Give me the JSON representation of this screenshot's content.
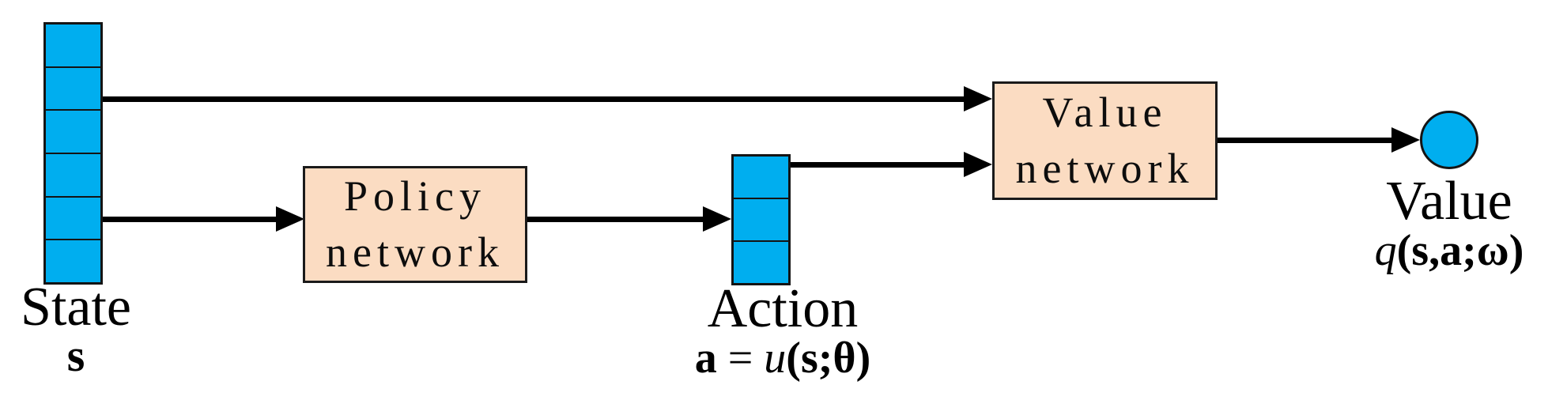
{
  "colors": {
    "node_fill": "#00AEEF",
    "box_fill": "#FBDCC2",
    "outline": "#1a1a1a",
    "arrow": "#000000"
  },
  "state": {
    "label": "State",
    "symbol": "s",
    "cells": 6
  },
  "policy_box": {
    "line1": "Policy",
    "line2": "network"
  },
  "action": {
    "label": "Action",
    "cells": 3,
    "formula": [
      {
        "t": "a",
        "s": "bold"
      },
      {
        "t": " = ",
        "s": "roman"
      },
      {
        "t": "u",
        "s": "italic"
      },
      {
        "t": "(",
        "s": "bold"
      },
      {
        "t": "s",
        "s": "bold"
      },
      {
        "t": ";",
        "s": "bold"
      },
      {
        "t": "θ",
        "s": "bold"
      },
      {
        "t": ")",
        "s": "bold"
      }
    ]
  },
  "value_box": {
    "line1": "Value",
    "line2": "network"
  },
  "output": {
    "label": "Value",
    "formula": [
      {
        "t": "q",
        "s": "italic"
      },
      {
        "t": "(",
        "s": "bold"
      },
      {
        "t": "s",
        "s": "bold"
      },
      {
        "t": ",",
        "s": "bold"
      },
      {
        "t": "a",
        "s": "bold"
      },
      {
        "t": ";",
        "s": "bold"
      },
      {
        "t": "ω",
        "s": "bold"
      },
      {
        "t": ")",
        "s": "bold"
      }
    ]
  }
}
